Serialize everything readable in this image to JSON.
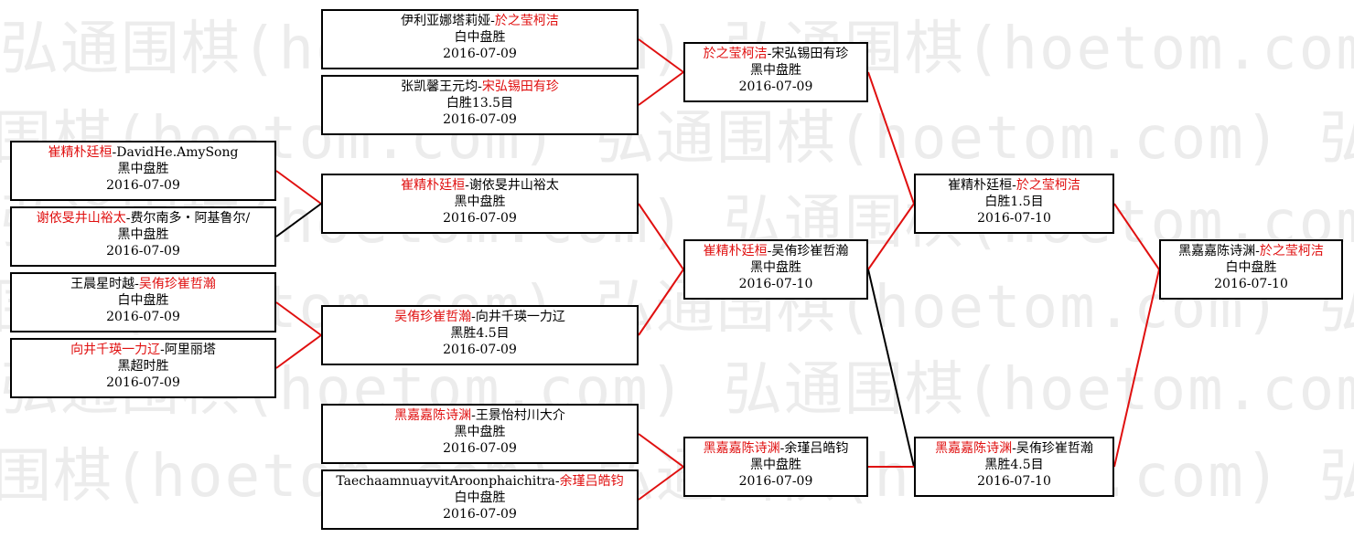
{
  "watermark": "弘通围棋(hoetom.com)",
  "matches": [
    {
      "id": "r1_1",
      "p1": "崔精朴廷桓",
      "p2": "DavidHe.AmySong",
      "winner": 1,
      "result": "黑中盘胜",
      "date": "2016-07-09"
    },
    {
      "id": "r1_2",
      "p1": "谢依旻井山裕太",
      "p2": "费尔南多・阿基鲁尔/",
      "winner": 1,
      "result": "黑中盘胜",
      "date": "2016-07-09"
    },
    {
      "id": "r1_3",
      "p1": "王晨星时越",
      "p2": "吴侑珍崔哲瀚",
      "winner": 2,
      "result": "白中盘胜",
      "date": "2016-07-09"
    },
    {
      "id": "r1_4",
      "p1": "向井千瑛一力辽",
      "p2": "阿里丽塔",
      "winner": 1,
      "result": "黑超时胜",
      "date": "2016-07-09"
    },
    {
      "id": "r2_1",
      "p1": "伊利亚娜塔莉娅",
      "p2": "於之莹柯洁",
      "winner": 2,
      "result": "白中盘胜",
      "date": "2016-07-09"
    },
    {
      "id": "r2_2",
      "p1": "张凯馨王元均",
      "p2": "宋弘锡田有珍",
      "winner": 2,
      "result": "白胜13.5目",
      "date": "2016-07-09"
    },
    {
      "id": "r2_3",
      "p1": "崔精朴廷桓",
      "p2": "谢依旻井山裕太",
      "winner": 1,
      "result": "黑中盘胜",
      "date": "2016-07-09"
    },
    {
      "id": "r2_4",
      "p1": "吴侑珍崔哲瀚",
      "p2": "向井千瑛一力辽",
      "winner": 1,
      "result": "黑胜4.5目",
      "date": "2016-07-09"
    },
    {
      "id": "r2_5",
      "p1": "黑嘉嘉陈诗渊",
      "p2": "王景怡村川大介",
      "winner": 1,
      "result": "黑中盘胜",
      "date": "2016-07-09"
    },
    {
      "id": "r2_6",
      "p1": "TaechaamnuayvitAroonphaichitra",
      "p2": "余瑾吕皓钧",
      "winner": 2,
      "result": "白中盘胜",
      "date": "2016-07-09"
    },
    {
      "id": "r3_1",
      "p1": "於之莹柯洁",
      "p2": "宋弘锡田有珍",
      "winner": 1,
      "result": "黑中盘胜",
      "date": "2016-07-09"
    },
    {
      "id": "r3_2",
      "p1": "崔精朴廷桓",
      "p2": "吴侑珍崔哲瀚",
      "winner": 1,
      "result": "黑中盘胜",
      "date": "2016-07-10"
    },
    {
      "id": "r3_3",
      "p1": "黑嘉嘉陈诗渊",
      "p2": "余瑾吕皓钧",
      "winner": 1,
      "result": "黑中盘胜",
      "date": "2016-07-09"
    },
    {
      "id": "r4_1",
      "p1": "崔精朴廷桓",
      "p2": "於之莹柯洁",
      "winner": 2,
      "result": "白胜1.5目",
      "date": "2016-07-10"
    },
    {
      "id": "r4_2",
      "p1": "黑嘉嘉陈诗渊",
      "p2": "吴侑珍崔哲瀚",
      "winner": 1,
      "result": "黑胜4.5目",
      "date": "2016-07-10"
    },
    {
      "id": "r5_1",
      "p1": "黑嘉嘉陈诗渊",
      "p2": "於之莹柯洁",
      "winner": 2,
      "result": "白中盘胜",
      "date": "2016-07-10"
    }
  ],
  "connectors": [
    {
      "from": "r1_1",
      "to": "r2_3",
      "color": "#e01010"
    },
    {
      "from": "r1_2",
      "to": "r2_3",
      "color": "#000000"
    },
    {
      "from": "r1_3",
      "to": "r2_4",
      "color": "#e01010"
    },
    {
      "from": "r1_4",
      "to": "r2_4",
      "color": "#e01010"
    },
    {
      "from": "r2_1",
      "to": "r3_1",
      "color": "#e01010"
    },
    {
      "from": "r2_2",
      "to": "r3_1",
      "color": "#e01010"
    },
    {
      "from": "r2_3",
      "to": "r3_2",
      "color": "#e01010"
    },
    {
      "from": "r2_4",
      "to": "r3_2",
      "color": "#e01010"
    },
    {
      "from": "r2_5",
      "to": "r3_3",
      "color": "#e01010"
    },
    {
      "from": "r2_6",
      "to": "r3_3",
      "color": "#e01010"
    },
    {
      "from": "r3_1",
      "to": "r4_1",
      "color": "#e01010"
    },
    {
      "from": "r3_2",
      "to": "r4_1",
      "color": "#e01010"
    },
    {
      "from": "r3_2",
      "to": "r4_2",
      "color": "#000000"
    },
    {
      "from": "r3_3",
      "to": "r4_2",
      "color": "#e01010"
    },
    {
      "from": "r4_1",
      "to": "r5_1",
      "color": "#e01010"
    },
    {
      "from": "r4_2",
      "to": "r5_1",
      "color": "#e01010"
    }
  ],
  "colors": {
    "winner_text": "#e01010",
    "loser_text": "#000000",
    "box_border": "#000000",
    "watermark": "#ececec"
  }
}
